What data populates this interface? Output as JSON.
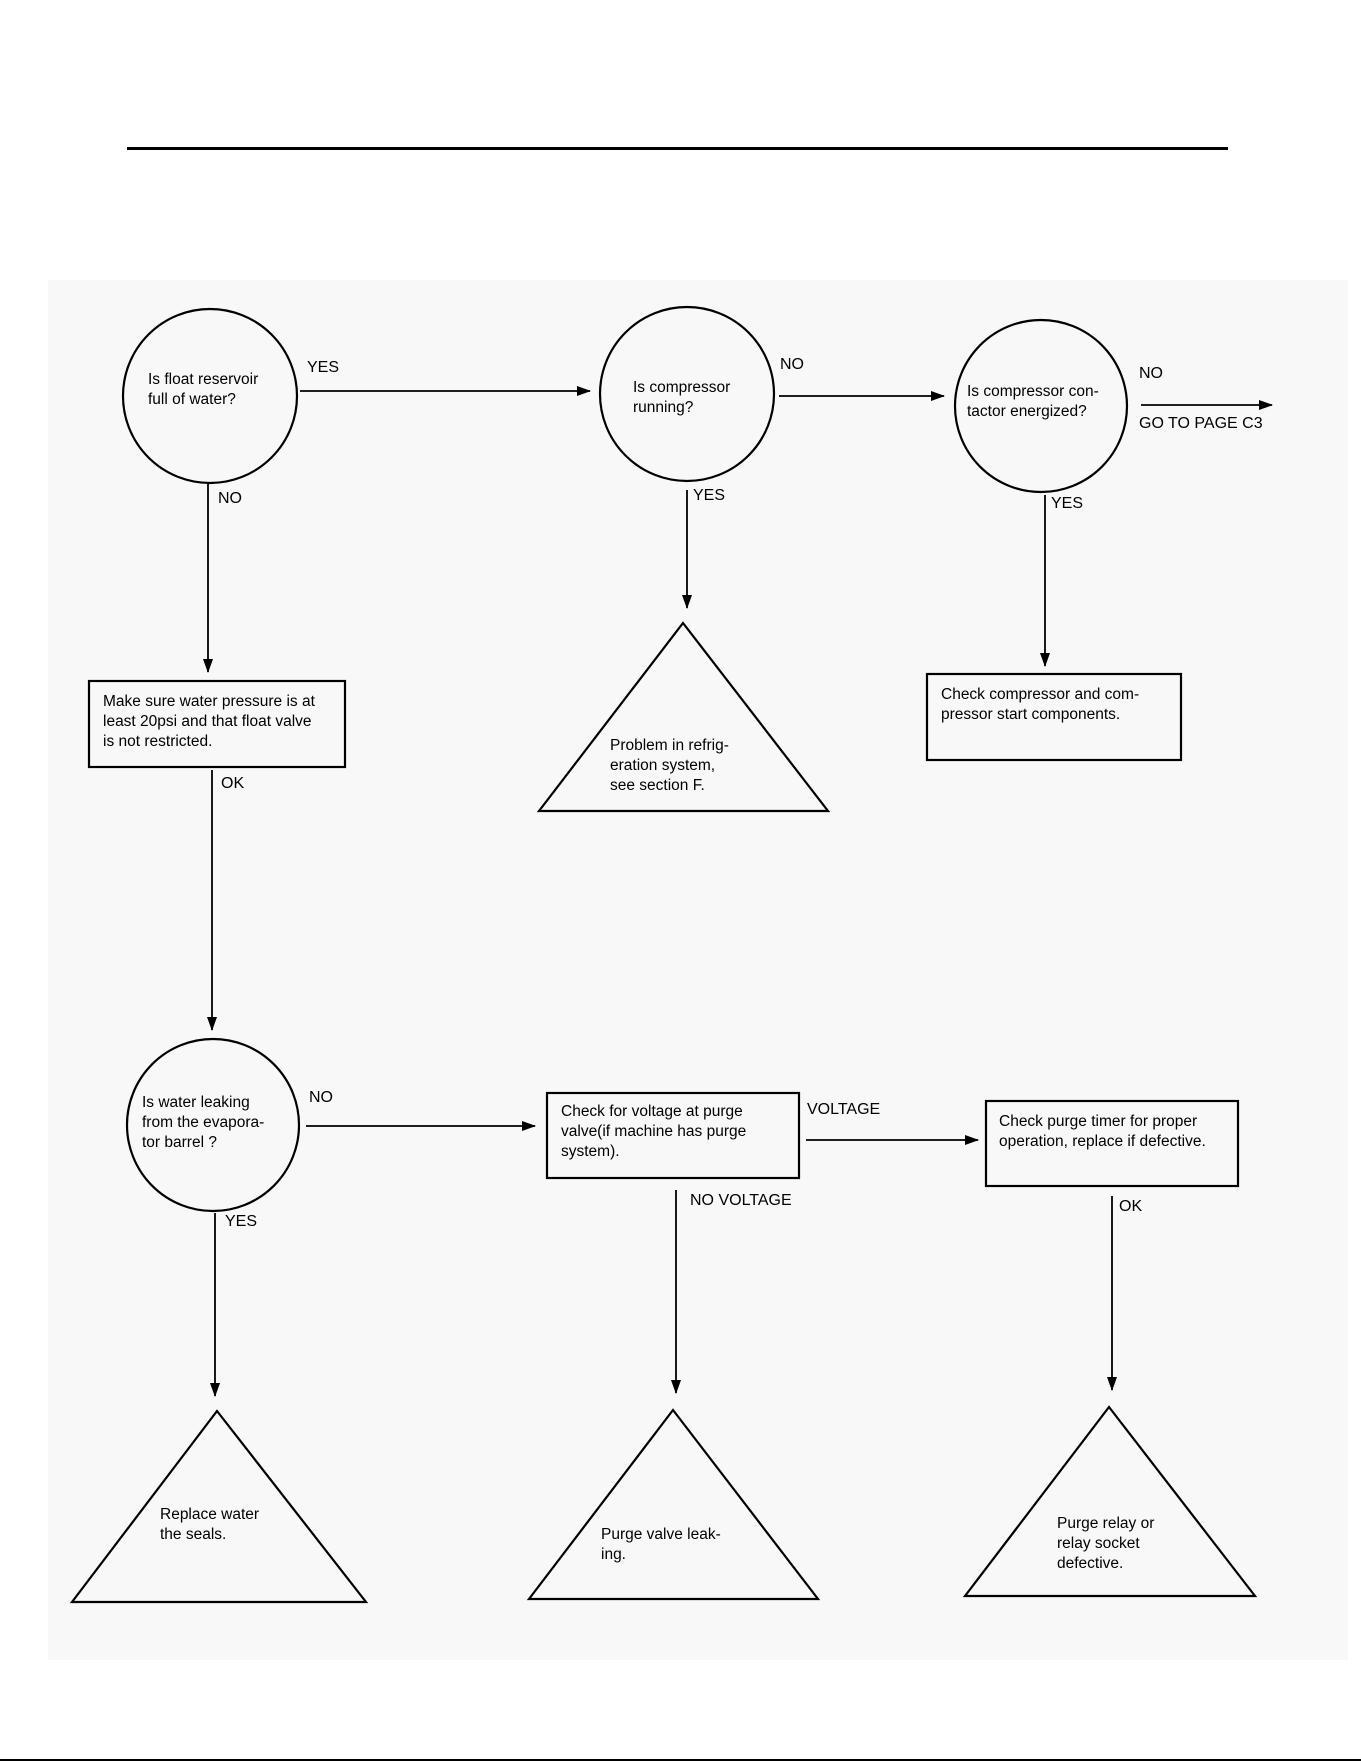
{
  "nodes": {
    "q_float": [
      "Is float reservoir",
      "full of water?"
    ],
    "q_comp_running": [
      "Is compressor",
      "running?"
    ],
    "q_contactor": [
      "Is compressor con-",
      "tactor energized?"
    ],
    "a_water_pressure": [
      "Make sure water pressure is at",
      "least 20psi and that float valve",
      "is not restricted."
    ],
    "t_refrigeration": [
      "Problem in refrig-",
      "eration system,",
      "see section F."
    ],
    "a_check_compressor": [
      "Check compressor and com-",
      "pressor start components."
    ],
    "q_leaking": [
      "Is water leaking",
      "from the evapora-",
      "tor barrel ?"
    ],
    "a_voltage": [
      "Check for voltage at purge",
      "valve(if machine has purge",
      "system)."
    ],
    "a_purge_timer": [
      "Check purge timer for proper",
      "operation, replace if defective."
    ],
    "t_replace_seals": [
      "Replace water",
      "the seals."
    ],
    "t_purge_valve": [
      "Purge valve leak-",
      "ing."
    ],
    "t_purge_relay": [
      "Purge relay or",
      "relay socket",
      "defective."
    ]
  },
  "edge_labels": {
    "float_yes": "YES",
    "float_no": "NO",
    "running_no": "NO",
    "running_yes": "YES",
    "contactor_no": "NO",
    "goto_page": "GO TO  PAGE C3",
    "contactor_yes": "YES",
    "pressure_ok": "OK",
    "leak_no": "NO",
    "leak_yes": "YES",
    "voltage": "VOLTAGE",
    "no_voltage": "NO VOLTAGE",
    "timer_ok": "OK"
  },
  "edges": [
    {
      "from": "q_float",
      "to": "q_comp_running",
      "label": "YES"
    },
    {
      "from": "q_float",
      "to": "a_water_pressure",
      "label": "NO"
    },
    {
      "from": "q_comp_running",
      "to": "q_contactor",
      "label": "NO"
    },
    {
      "from": "q_comp_running",
      "to": "t_refrigeration",
      "label": "YES"
    },
    {
      "from": "q_contactor",
      "to": "GO TO  PAGE C3",
      "label": "NO"
    },
    {
      "from": "q_contactor",
      "to": "a_check_compressor",
      "label": "YES"
    },
    {
      "from": "a_water_pressure",
      "to": "q_leaking",
      "label": "OK"
    },
    {
      "from": "q_leaking",
      "to": "a_voltage",
      "label": "NO"
    },
    {
      "from": "q_leaking",
      "to": "t_replace_seals",
      "label": "YES"
    },
    {
      "from": "a_voltage",
      "to": "a_purge_timer",
      "label": "VOLTAGE"
    },
    {
      "from": "a_voltage",
      "to": "t_purge_valve",
      "label": "NO VOLTAGE"
    },
    {
      "from": "a_purge_timer",
      "to": "t_purge_relay",
      "label": "OK"
    }
  ]
}
